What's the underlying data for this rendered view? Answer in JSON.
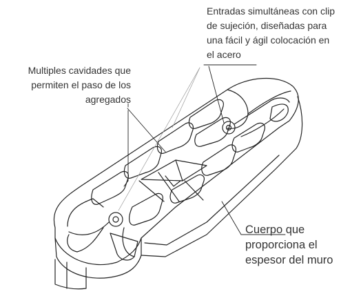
{
  "callouts": {
    "clip_entries": "Entradas simultáneas con clip\nde sujeción, diseñadas para\nuna fácil y ágil colocación en\nel acero",
    "cavities": "Multiples cavidades que\npermiten el paso de los\nagregados",
    "body": "Cuerpo que\nproporciona el\nespesor del muro"
  },
  "colors": {
    "stroke": "#222222",
    "text": "#333333",
    "background": "#ffffff"
  }
}
